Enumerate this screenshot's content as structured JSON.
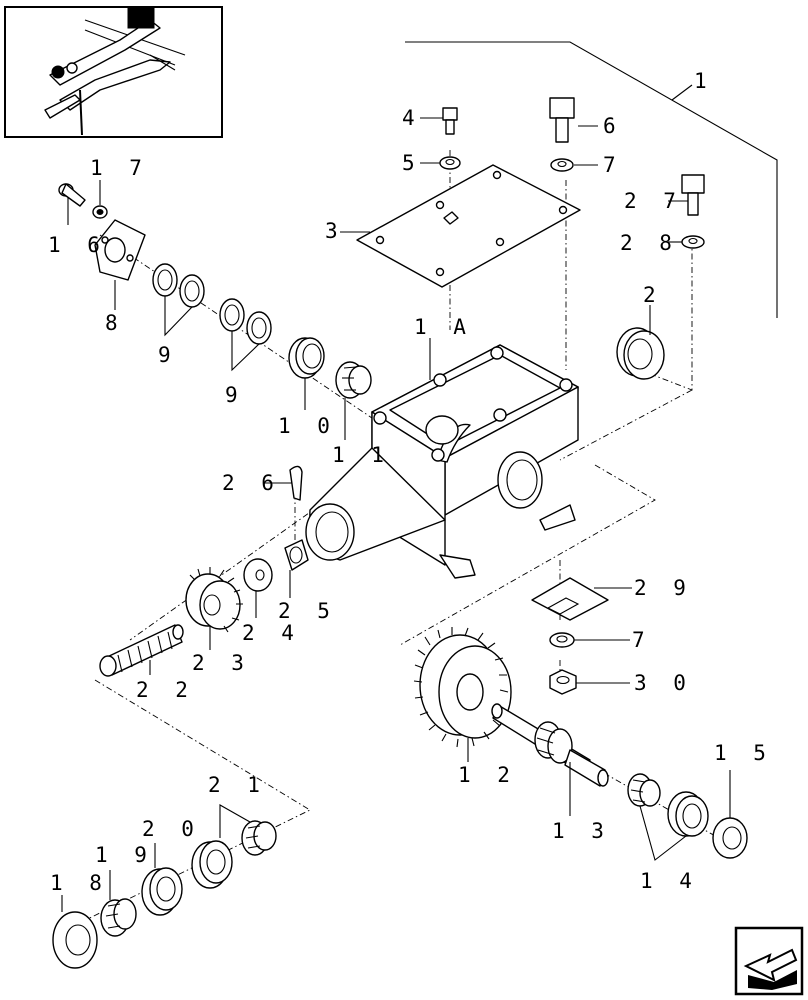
{
  "labels": {
    "l1": "1",
    "l1A": "1 A",
    "l2": "2",
    "l3": "3",
    "l4": "4",
    "l5": "5",
    "l6": "6",
    "l7a": "7",
    "l7b": "7",
    "l8": "8",
    "l9a": "9",
    "l9b": "9",
    "l10": "1 0",
    "l11": "1 1",
    "l12": "1 2",
    "l13": "1 3",
    "l14": "1 4",
    "l15": "1 5",
    "l16": "1 6",
    "l17": "1 7",
    "l18": "1 8",
    "l19": "1 9",
    "l20": "2 0",
    "l21": "2 1",
    "l22": "2 2",
    "l23": "2 3",
    "l24": "2 4",
    "l25": "2 5",
    "l26": "2 6",
    "l27": "2 7",
    "l28": "2 8",
    "l29": "2 9",
    "l30": "3 0"
  },
  "icons": {
    "thumbnail": "tractor-linkage-thumbnail-icon",
    "navigation": "next-page-arrow-icon"
  }
}
